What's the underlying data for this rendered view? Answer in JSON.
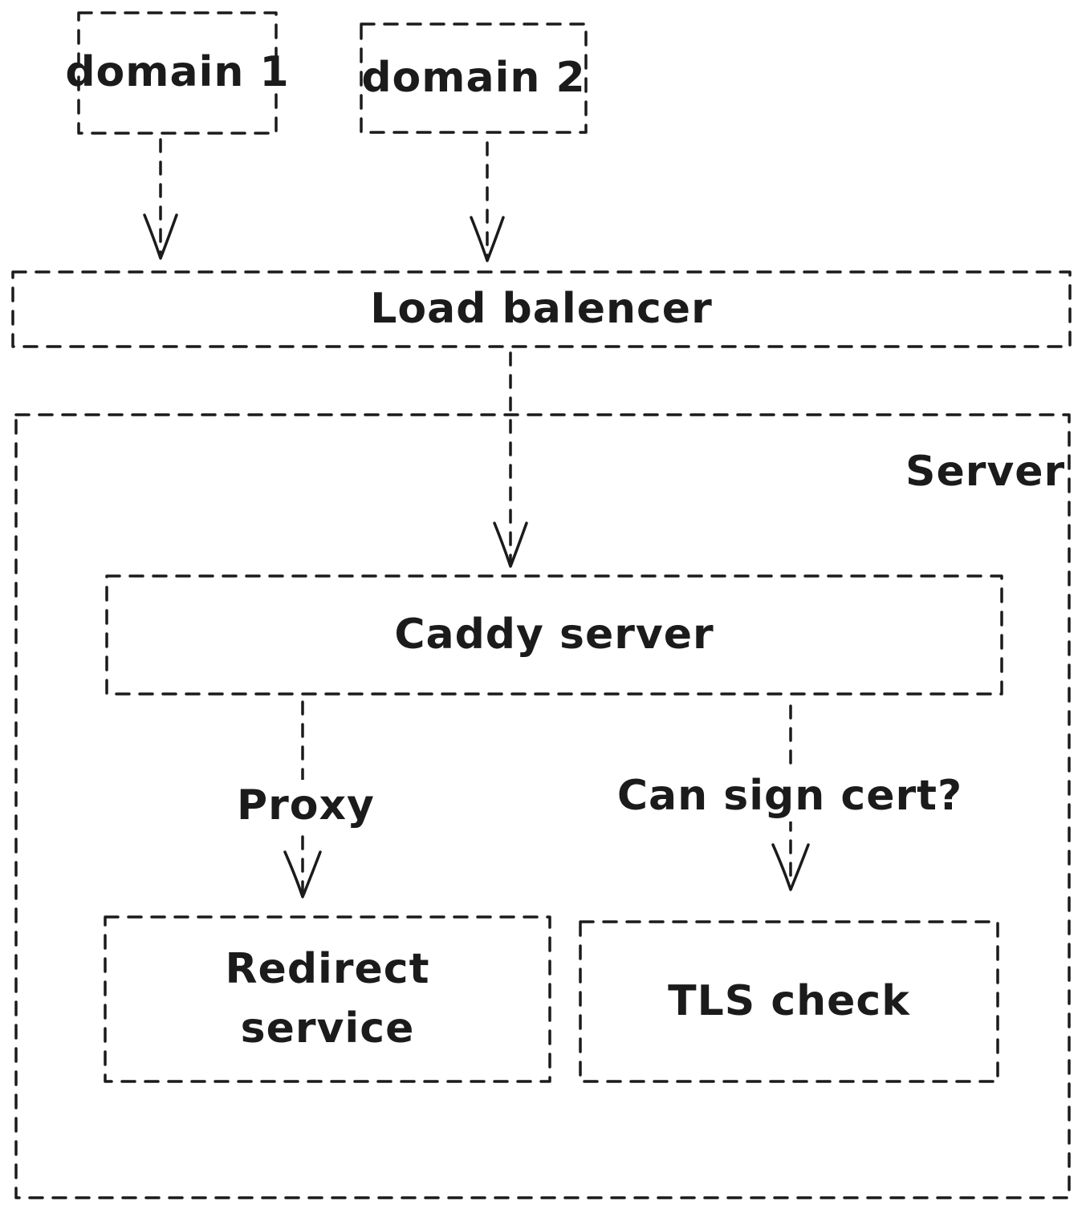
{
  "canvas": {
    "background_color": "#ffffff",
    "stroke_color": "#1b1b1b"
  },
  "nodes": {
    "domain1": {
      "label": "domain 1"
    },
    "domain2": {
      "label": "domain 2"
    },
    "load_balancer": {
      "label": "Load balencer"
    },
    "server_group": {
      "label": "Server"
    },
    "caddy": {
      "label": "Caddy server"
    },
    "redirect_service": {
      "label": "Redirect service"
    },
    "tls_check": {
      "label": "TLS check"
    }
  },
  "edges": {
    "domain1_to_lb": {
      "label": ""
    },
    "domain2_to_lb": {
      "label": ""
    },
    "lb_to_caddy": {
      "label": ""
    },
    "caddy_to_redirect": {
      "label": "Proxy"
    },
    "caddy_to_tls": {
      "label": "Can sign cert?"
    }
  }
}
